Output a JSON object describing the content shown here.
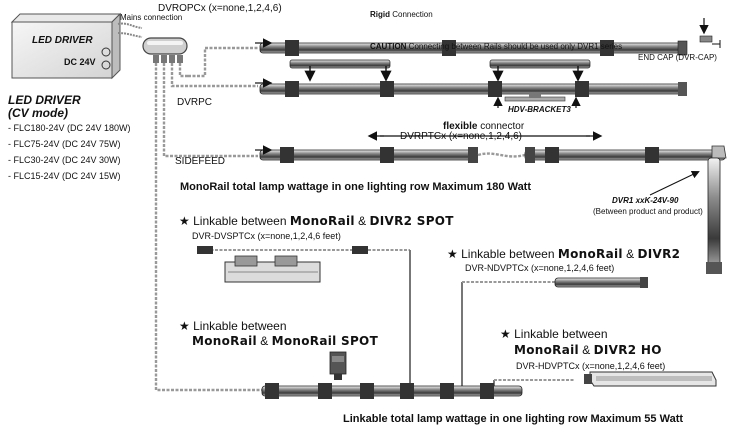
{
  "driver": {
    "label": "LED DRIVER",
    "voltage": "DC 24V",
    "mains": "Mains connection",
    "title_line1": "LED DRIVER",
    "title_line2": "(CV mode)",
    "models": [
      "- FLC180-24V (DC 24V 180W)",
      "- FLC75-24V (DC 24V 75W)",
      "- FLC30-24V (DC 24V 30W)",
      "- FLC15-24V (DC 24V 15W)"
    ]
  },
  "top": {
    "dvropc": "DVROPCx (x=none,1,2,4,6)",
    "rigid_bold": "Rigid",
    "rigid_rest": " Connection",
    "caution_bold": "CAUTION",
    "caution_rest": "  Connecting between Rails should be used only DVR1 series",
    "end_cap": "END CAP (DVR-CAP)",
    "dvrpc": "DVRPC",
    "bracket": "HDV-BRACKET3"
  },
  "flex": {
    "bold": "flexible",
    "rest": " connector",
    "model": "DVRPTCx (x=none,1,2,4,6)",
    "sidefeed": "SIDEFEED",
    "corner_model": "DVR1 xxK-24V-90",
    "corner_note": "(Between product and product)"
  },
  "mono180": "MonoRail total lamp wattage in one lighting row Maximum 180 Watt",
  "link_spot": {
    "star": "★",
    "prefix": "Linkable between ",
    "a": "MonoRail",
    "mid": " & ",
    "b": "DIVR2 SPOT",
    "model": "DVR-DVSPTCx (x=none,1,2,4,6 feet)"
  },
  "link_divr2": {
    "star": "★",
    "prefix": "Linkable between ",
    "a": "MonoRail",
    "mid": " & ",
    "b": "DIVR2",
    "model": "DVR-NDVPTCx (x=none,1,2,4,6 feet)"
  },
  "link_mono": {
    "star": "★",
    "line1": "Linkable between",
    "a": "MonoRail",
    "mid": " & ",
    "b": "MonoRail SPOT"
  },
  "link_ho": {
    "star": "★",
    "line1": "Linkable between",
    "a": "MonoRail",
    "mid": " & ",
    "b": "DIVR2 HO",
    "model": "DVR-HDVPTCx (x=none,1,2,4,6 feet)"
  },
  "max55": "Linkable total lamp wattage in one lighting row Maximum 55 Watt"
}
